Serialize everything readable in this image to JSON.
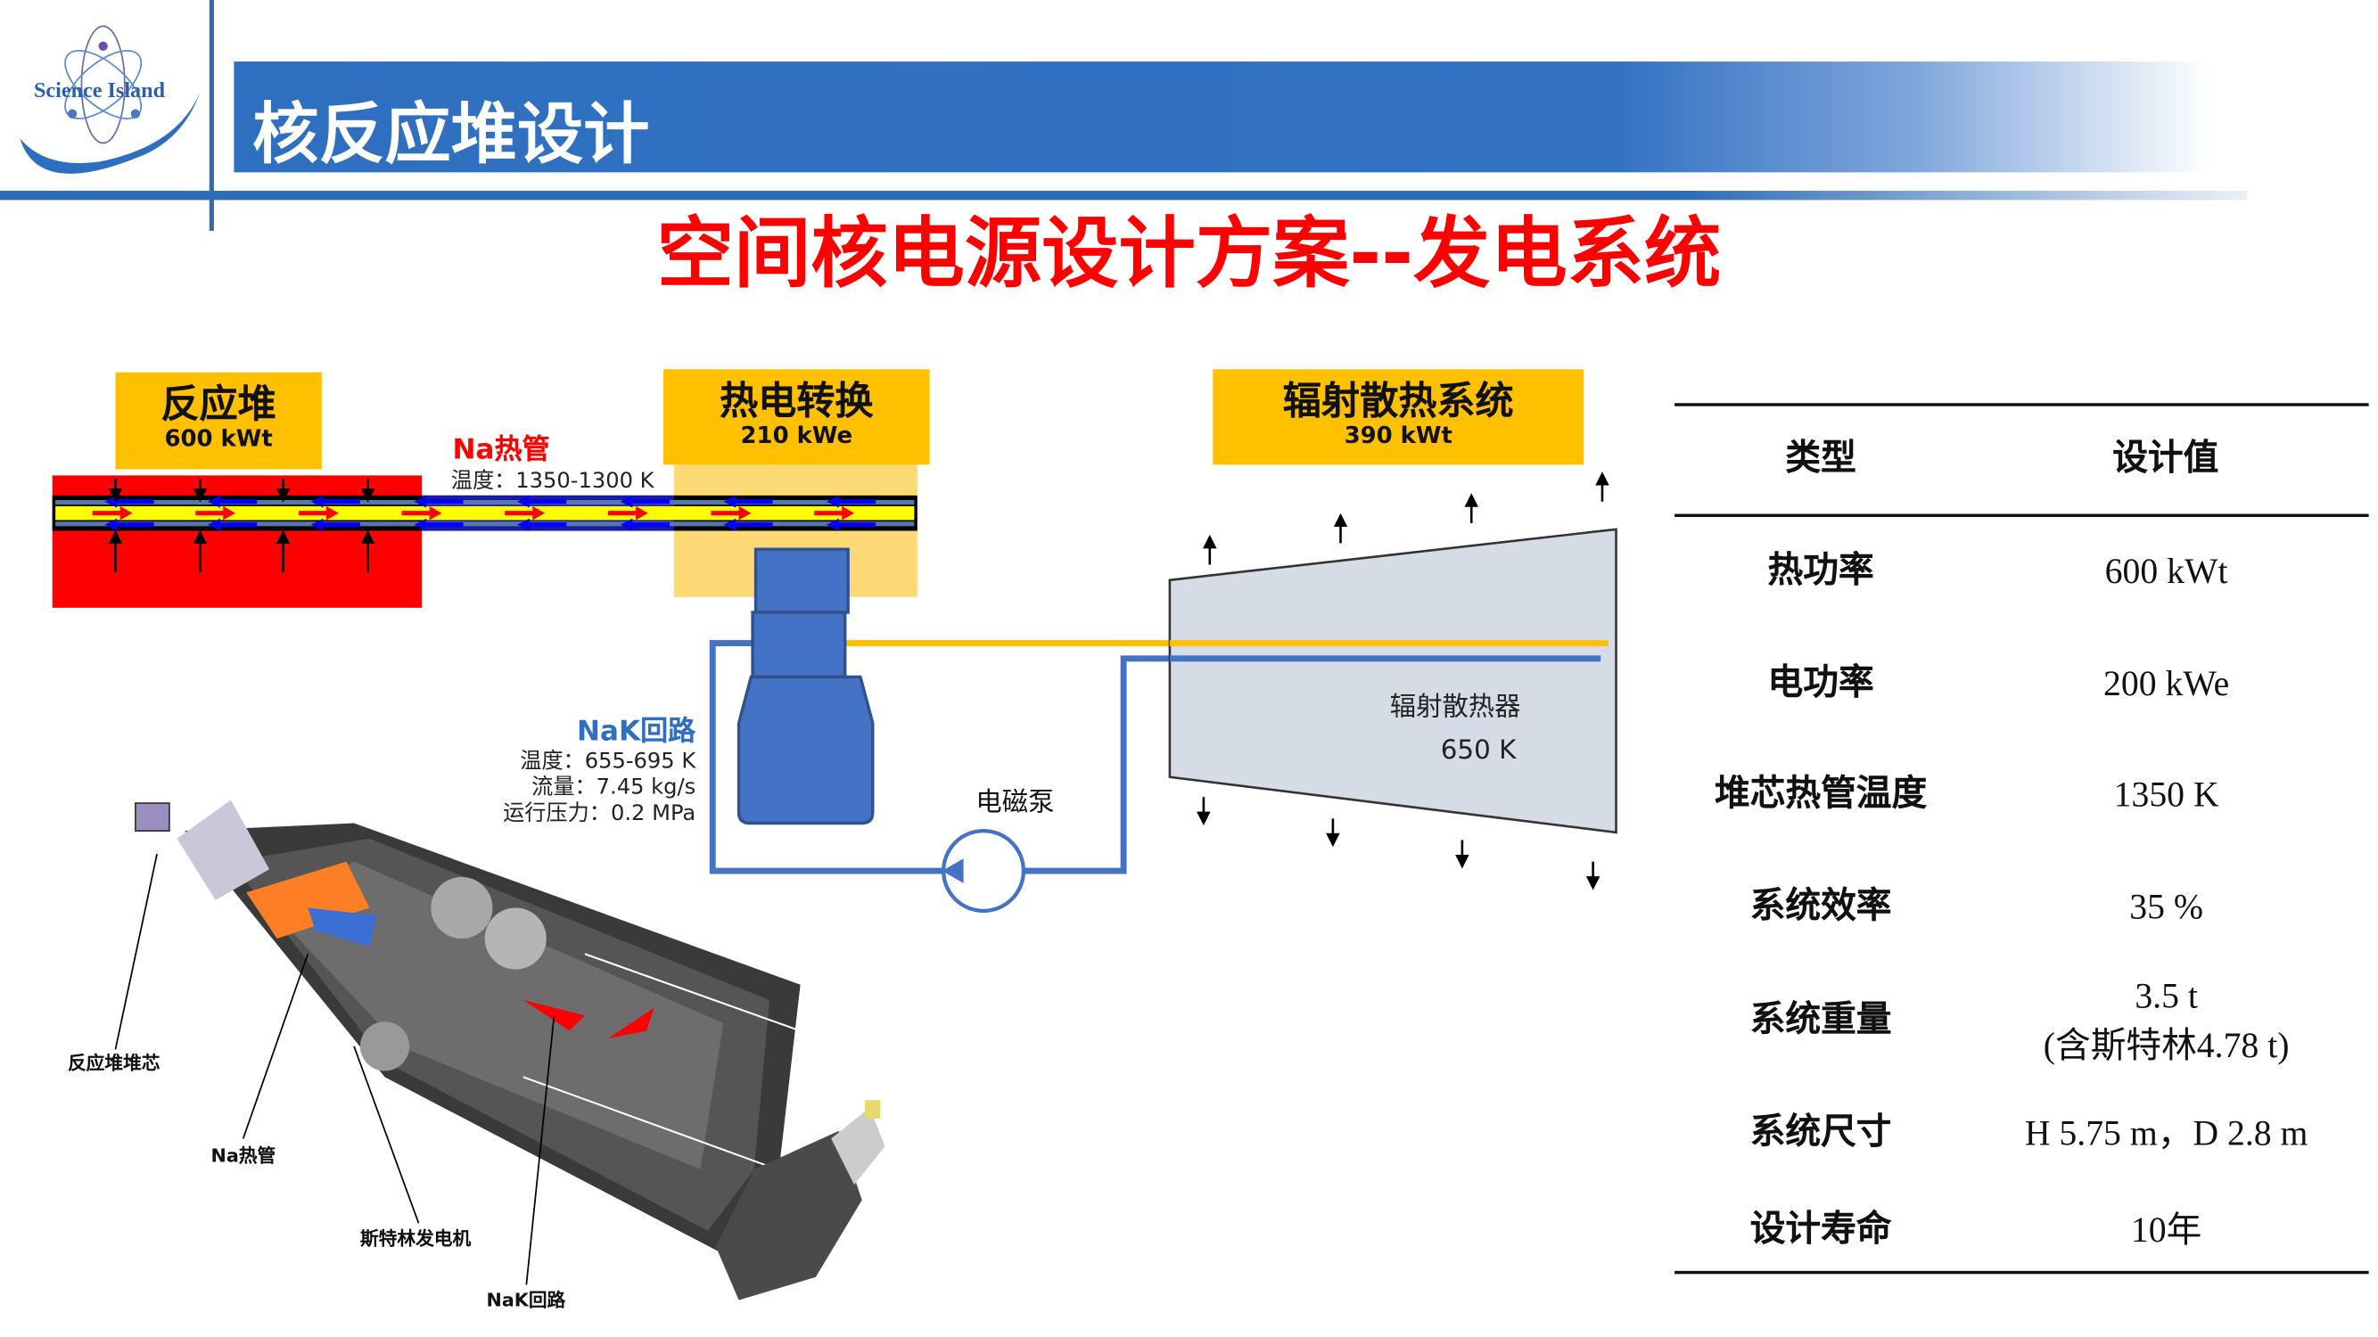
{
  "logo": {
    "text": "Science Island"
  },
  "header": {
    "title": "核反应堆设计"
  },
  "main_title": "空间核电源设计方案--发电系统",
  "diagram": {
    "reactor": {
      "title": "反应堆",
      "power": "600 kWt"
    },
    "converter": {
      "title": "热电转换",
      "power": "210 kWe"
    },
    "radiator_system": {
      "title": "辐射散热系统",
      "power": "390 kWt"
    },
    "na_pipe": {
      "label": "Na热管",
      "temp": "温度：1350-1300 K"
    },
    "nak_loop": {
      "label": "NaK回路",
      "temp": "温度：655-695 K",
      "flow": "流量：7.45 kg/s",
      "pressure": "运行压力：0.2 MPa"
    },
    "pump": "电磁泵",
    "radiator": {
      "label": "辐射散热器",
      "temp": "650 K"
    },
    "model_labels": {
      "core": "反应堆堆芯",
      "na_pipe": "Na热管",
      "stirling": "斯特林发电机",
      "nak": "NaK回路"
    }
  },
  "table": {
    "headers": [
      "类型",
      "设计值"
    ],
    "rows": [
      {
        "name": "热功率",
        "value": "600 kWt"
      },
      {
        "name": "电功率",
        "value": "200 kWe"
      },
      {
        "name": "堆芯热管温度",
        "value": "1350 K"
      },
      {
        "name": "系统效率",
        "value": "35 %"
      },
      {
        "name": "系统重量",
        "value": "3.5 t",
        "value2": "(含斯特林4.78 t)"
      },
      {
        "name": "系统尺寸",
        "value": "H 5.75 m，D 2.8 m"
      },
      {
        "name": "设计寿命",
        "value": "10年"
      }
    ]
  },
  "colors": {
    "brand_blue": "#2f6fbf",
    "title_red": "#ff0000",
    "box_yellow": "#ffc000",
    "loop_blue": "#4472c4"
  }
}
